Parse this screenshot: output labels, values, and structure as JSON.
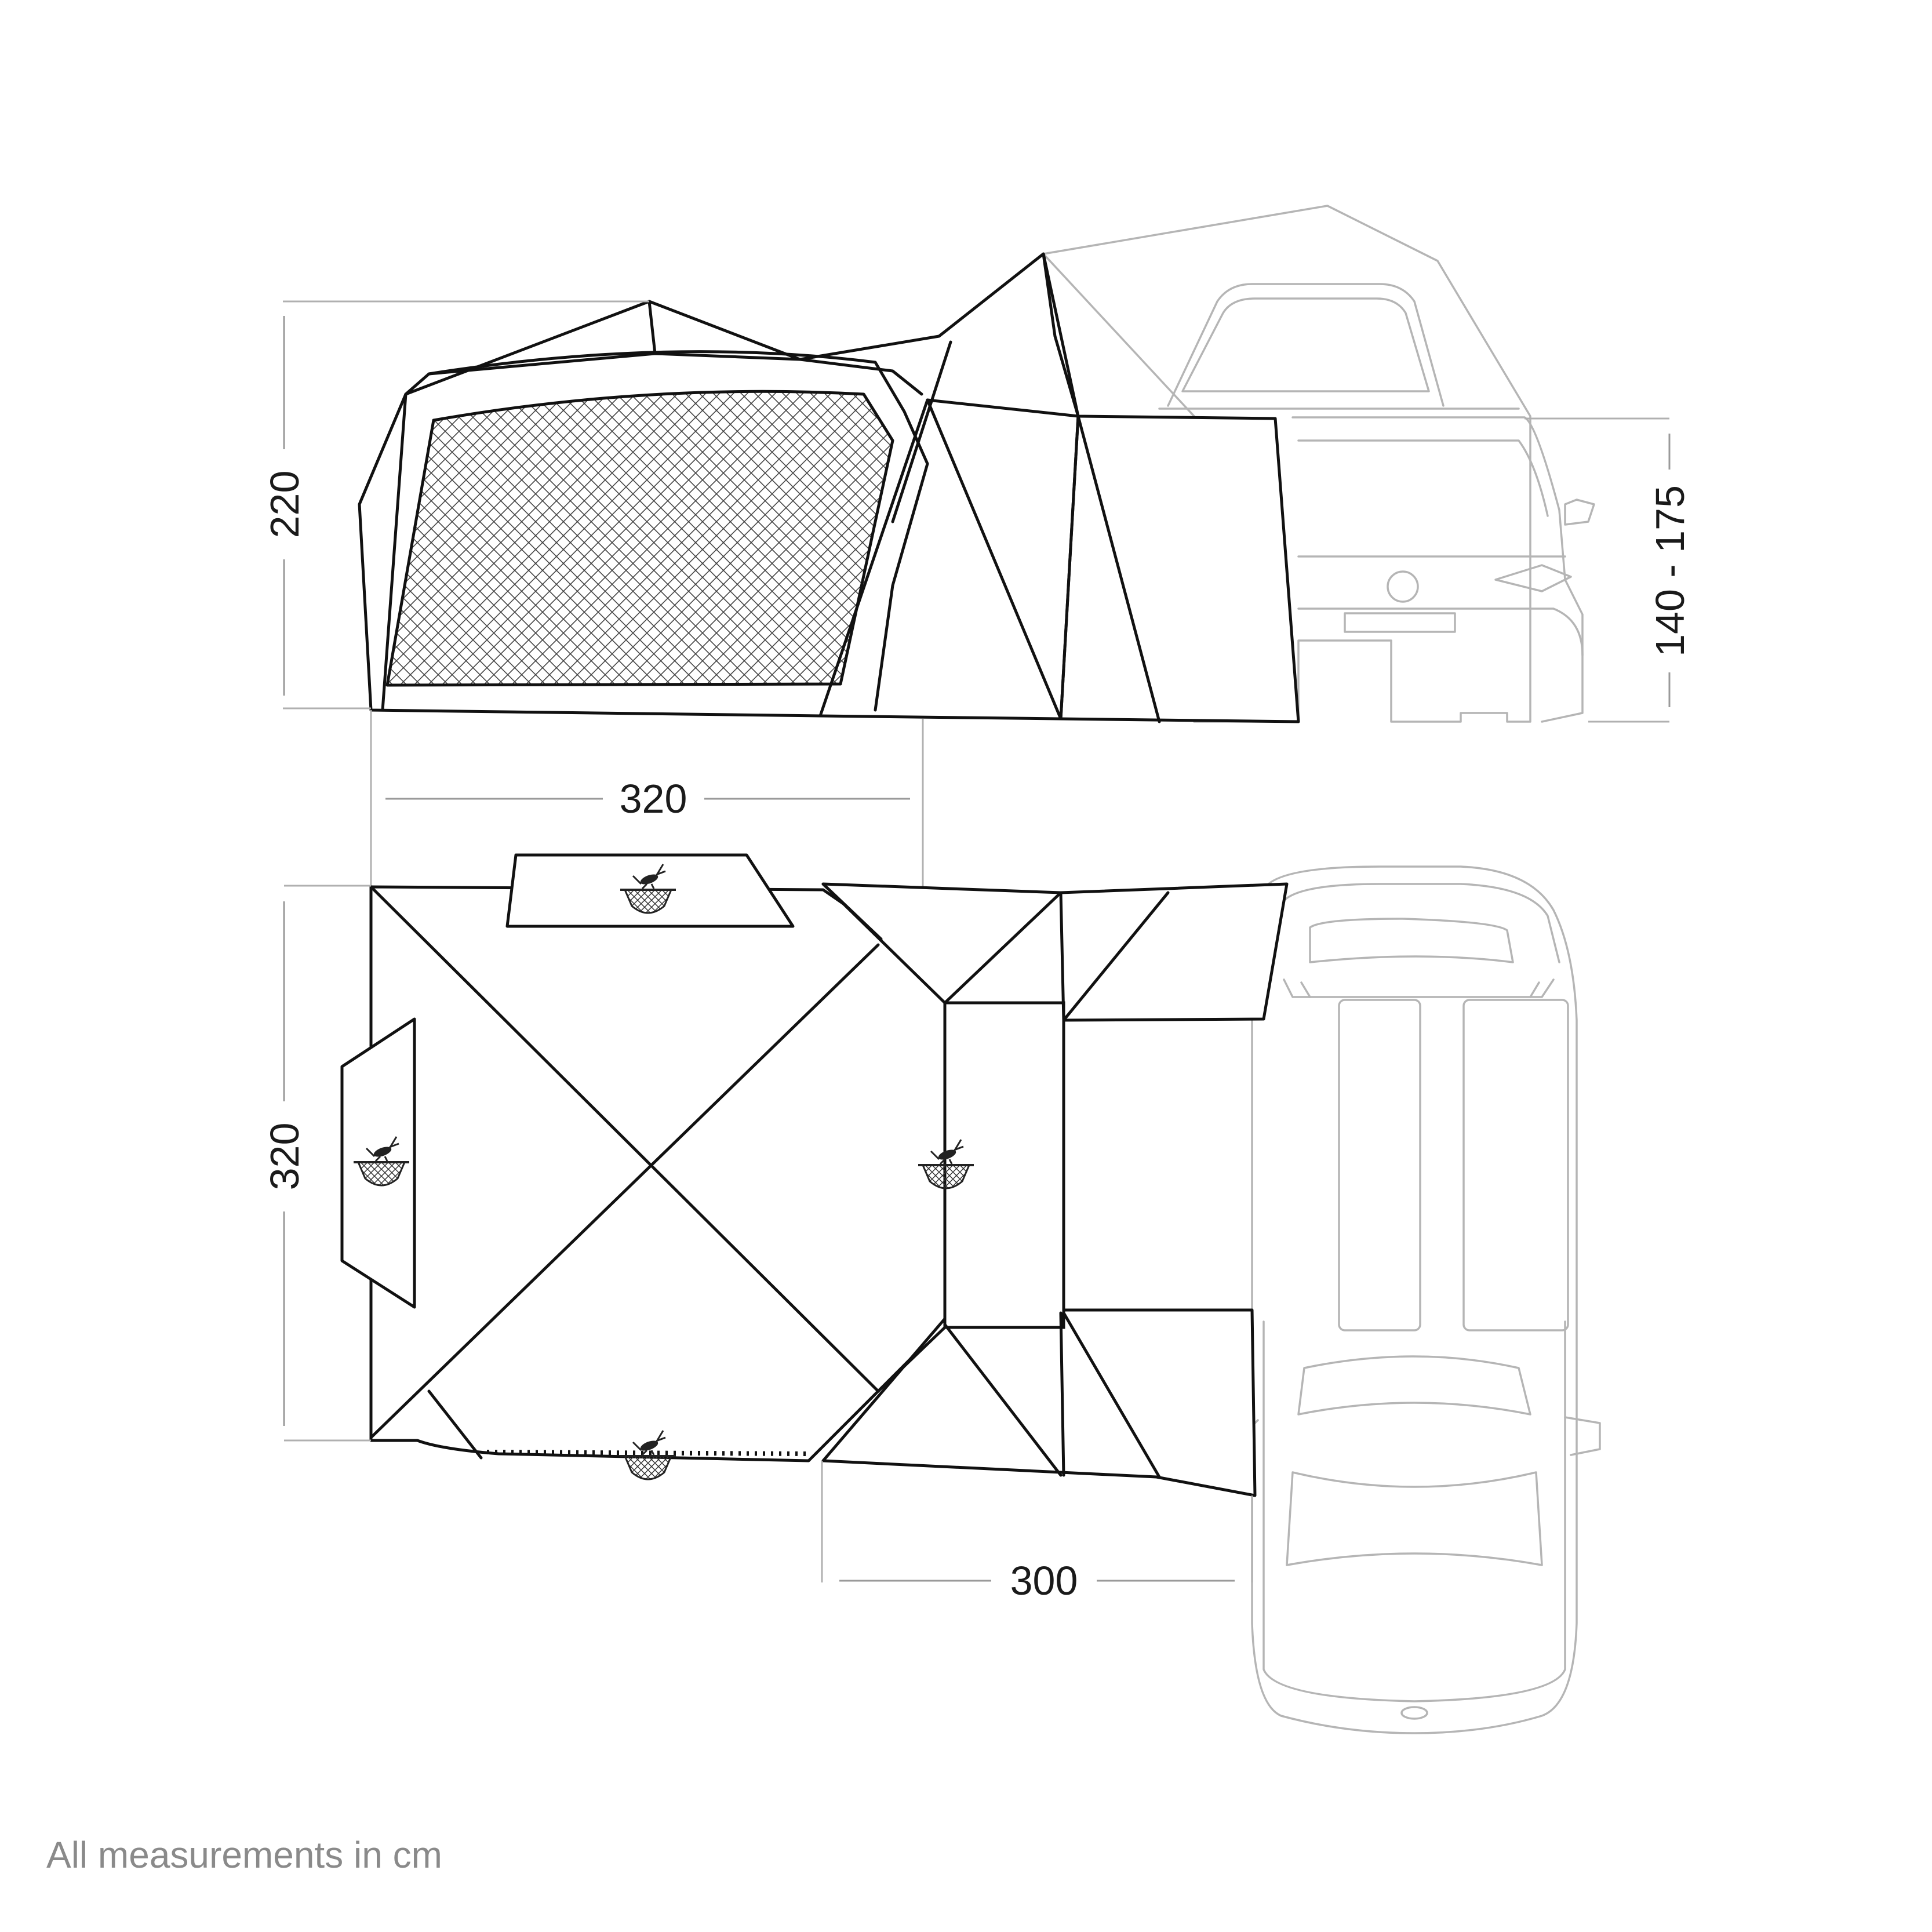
{
  "dimensions": {
    "side_height": "220",
    "vehicle_height": "140 - 175",
    "side_length": "320",
    "plan_depth": "320",
    "plan_width": "300"
  },
  "footnote": "All measurements in cm",
  "colors": {
    "tent_outline": "#111111",
    "vehicle_outline": "#b5b5b5",
    "dimension_line": "#9a9a9a",
    "footnote_text": "#8a8a8a"
  },
  "icons": [
    "mosquito-mesh-icon"
  ]
}
